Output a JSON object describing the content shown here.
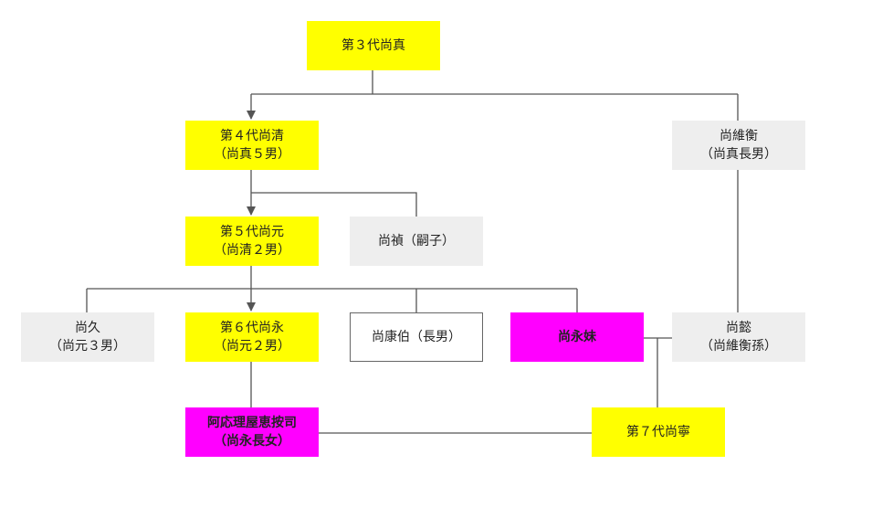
{
  "nodes": {
    "shou_shin": {
      "lines": [
        "第３代尚真"
      ]
    },
    "shou_sei": {
      "lines": [
        "第４代尚清",
        "（尚真５男）"
      ]
    },
    "shou_ii": {
      "lines": [
        "尚維衡",
        "（尚真長男）"
      ]
    },
    "shou_gen": {
      "lines": [
        "第５代尚元",
        "（尚清２男）"
      ]
    },
    "shou_tei": {
      "lines": [
        "尚禎（嗣子）"
      ]
    },
    "shou_kyu": {
      "lines": [
        "尚久",
        "（尚元３男）"
      ]
    },
    "shou_ei": {
      "lines": [
        "第６代尚永",
        "（尚元２男）"
      ]
    },
    "shou_kouhaku": {
      "lines": [
        "尚康伯（長男）"
      ]
    },
    "shou_ei_imouto": {
      "lines": [
        "尚永妹"
      ]
    },
    "shou_i": {
      "lines": [
        "尚懿",
        "（尚維衡孫）"
      ]
    },
    "ajiri": {
      "lines": [
        "阿応理屋恵按司",
        "（尚永長女）"
      ]
    },
    "shou_nei": {
      "lines": [
        "第７代尚寧"
      ]
    }
  },
  "colors": {
    "king": "#ffff00",
    "relative": "#eeeeee",
    "female": "#ff00ff",
    "line": "#555555"
  }
}
